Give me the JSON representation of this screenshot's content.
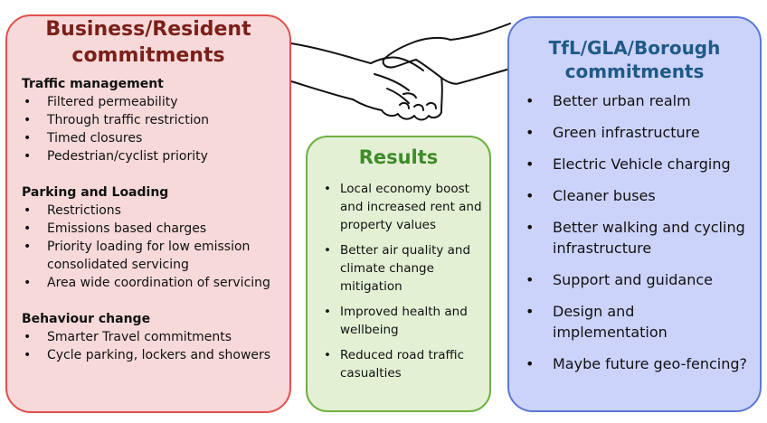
{
  "colors": {
    "left_bg": "#f7d9d9",
    "left_border": "#e0504d",
    "left_title": "#7a1f1a",
    "mid_bg": "#e3f0d4",
    "mid_border": "#6fb043",
    "mid_title": "#3f8b2a",
    "right_bg": "#ccd3fb",
    "right_border": "#5b78d6",
    "right_title": "#1f5a86"
  },
  "left": {
    "title_line1": "Business/Resident",
    "title_line2": "commitments",
    "traffic": {
      "heading": "Traffic management",
      "items": [
        "Filtered permeability",
        "Through traffic restriction",
        "Timed closures",
        "Pedestrian/cyclist priority"
      ]
    },
    "parking": {
      "heading": "Parking and Loading",
      "items": [
        "Restrictions",
        "Emissions based charges",
        "Priority loading for low emission consolidated servicing",
        "Area wide coordination of servicing"
      ]
    },
    "behaviour": {
      "heading": "Behaviour change",
      "items": [
        "Smarter Travel commitments",
        "Cycle parking, lockers and showers"
      ]
    }
  },
  "middle": {
    "title": "Results",
    "items": [
      "Local economy boost and increased rent and property values",
      "Better air quality and climate change mitigation",
      "Improved health and wellbeing",
      "Reduced road traffic casualties"
    ]
  },
  "right": {
    "title_line1": "TfL/GLA/Borough",
    "title_line2": "commitments",
    "items": [
      "Better urban realm",
      "Green infrastructure",
      "Electric Vehicle charging",
      "Cleaner buses",
      "Better walking and cycling infrastructure",
      "Support and guidance",
      "Design and implementation",
      "Maybe future geo-fencing?"
    ]
  },
  "icons": {
    "center": "handshake-icon"
  }
}
